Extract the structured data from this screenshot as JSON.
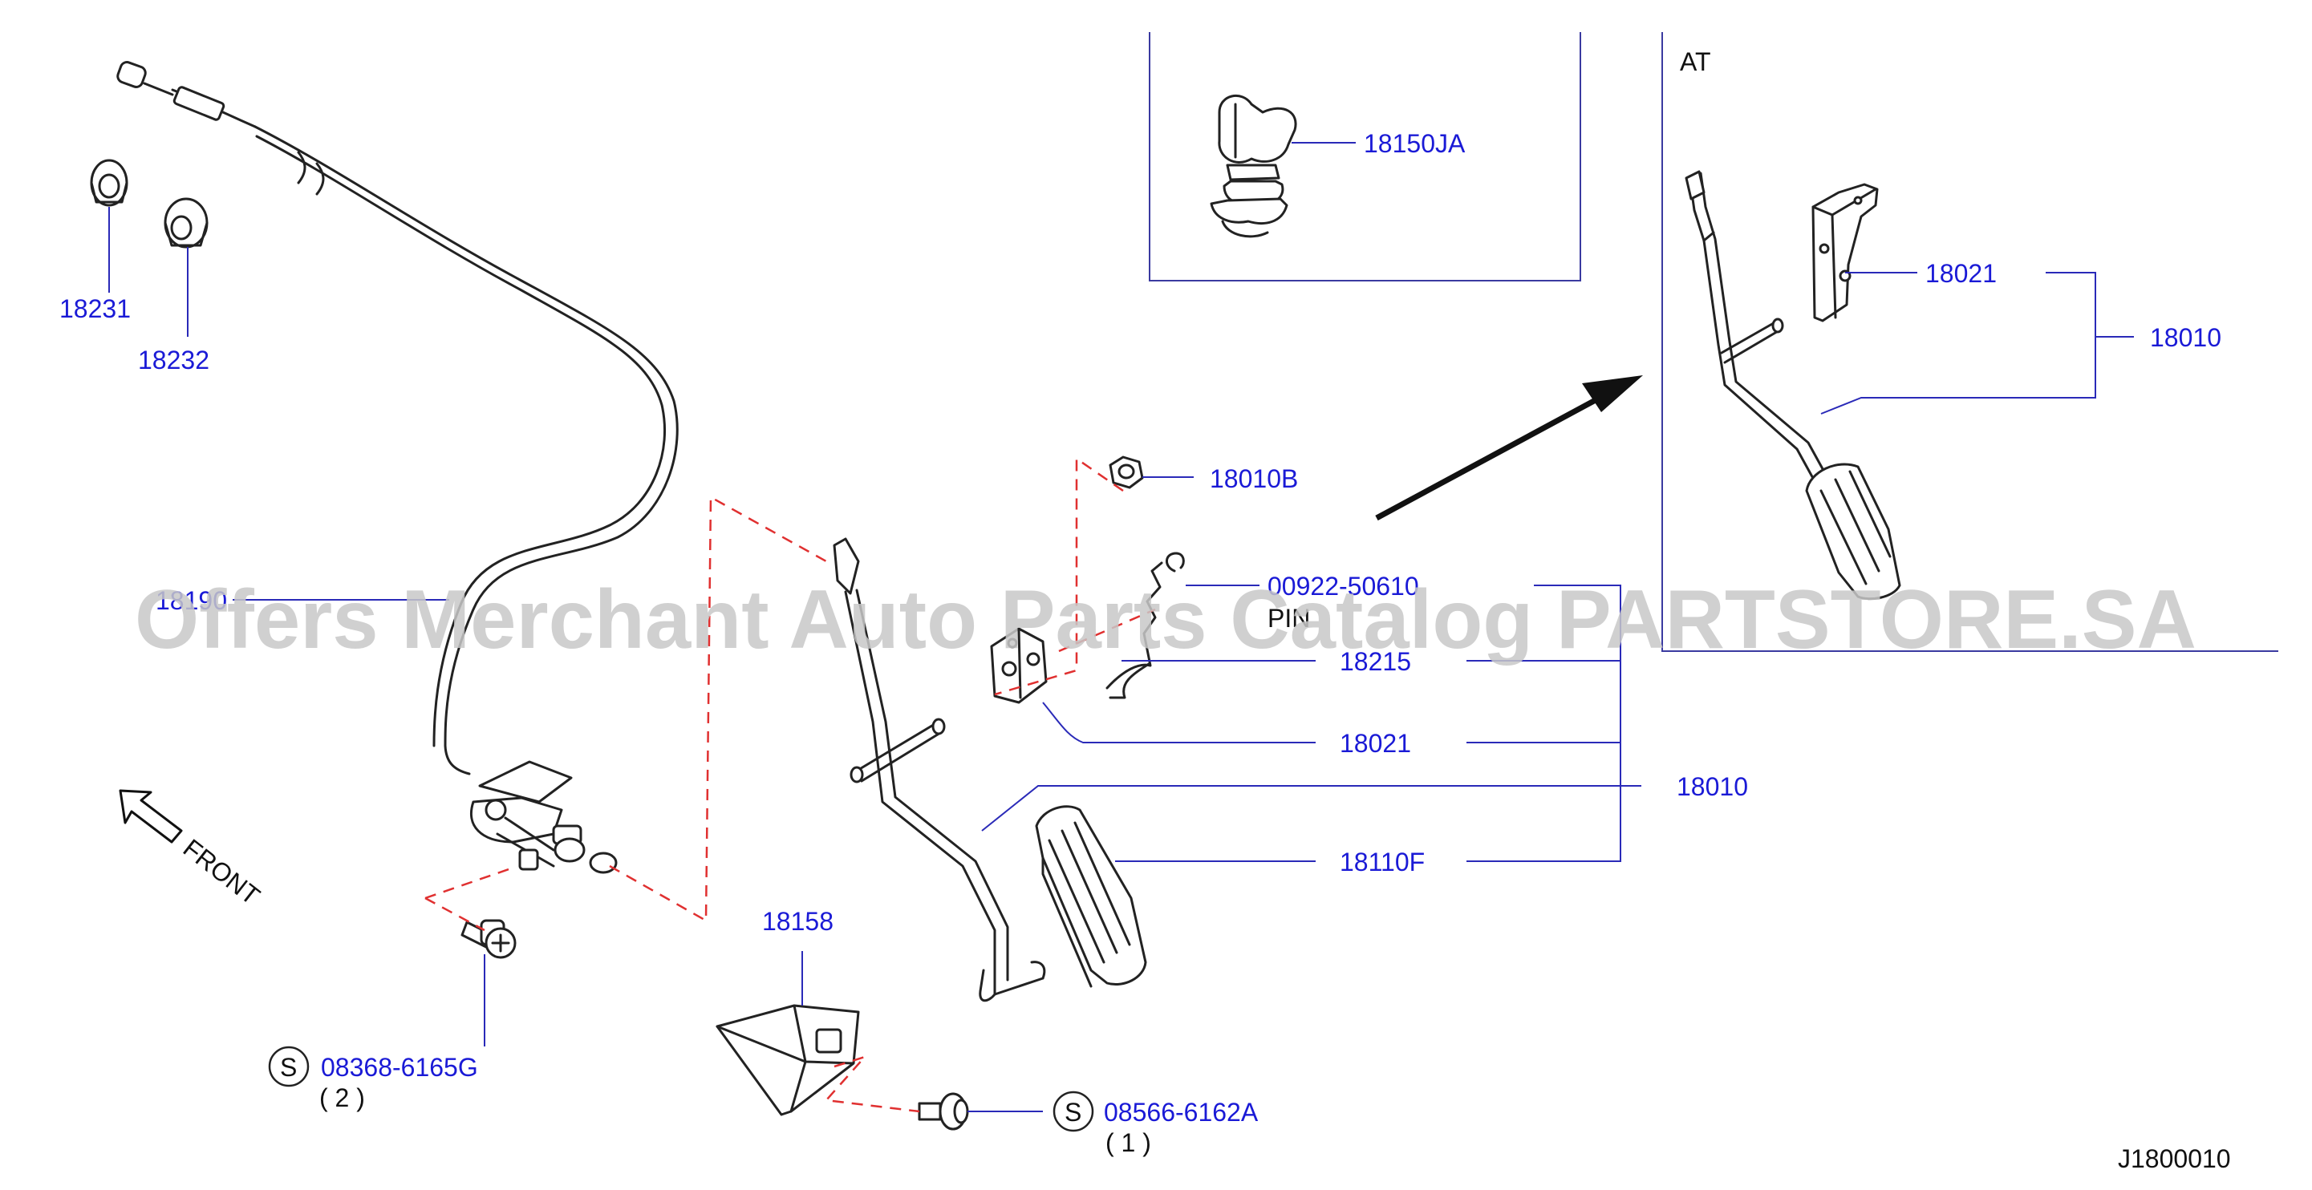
{
  "labels": {
    "p18231": "18231",
    "p18232": "18232",
    "p18150JA": "18150JA",
    "p18010B": "18010B",
    "p09922": "00922-50610",
    "pin": "PIN",
    "p18215": "18215",
    "p18021_main": "18021",
    "p18010_main": "18010",
    "p18110F": "18110F",
    "p18158": "18158",
    "p08368": "08368-6165G",
    "q08368": "( 2 )",
    "p08566": "08566-6162A",
    "q08566": "( 1 )",
    "p18021_at": "18021",
    "p18010_at": "18010",
    "p18190_partial": "18190",
    "at_title": "AT",
    "front": "FRONT",
    "s_mark": "S",
    "diagram_code": "J1800010"
  },
  "watermark": "Offers Merchant Auto Parts Catalog PARTSTORE.SA",
  "colors": {
    "label": "#1a1ad6",
    "leader": "#2a2ab8",
    "dashed": "#e03030",
    "line_art": "#222222",
    "watermark": "#c8c8c8"
  }
}
